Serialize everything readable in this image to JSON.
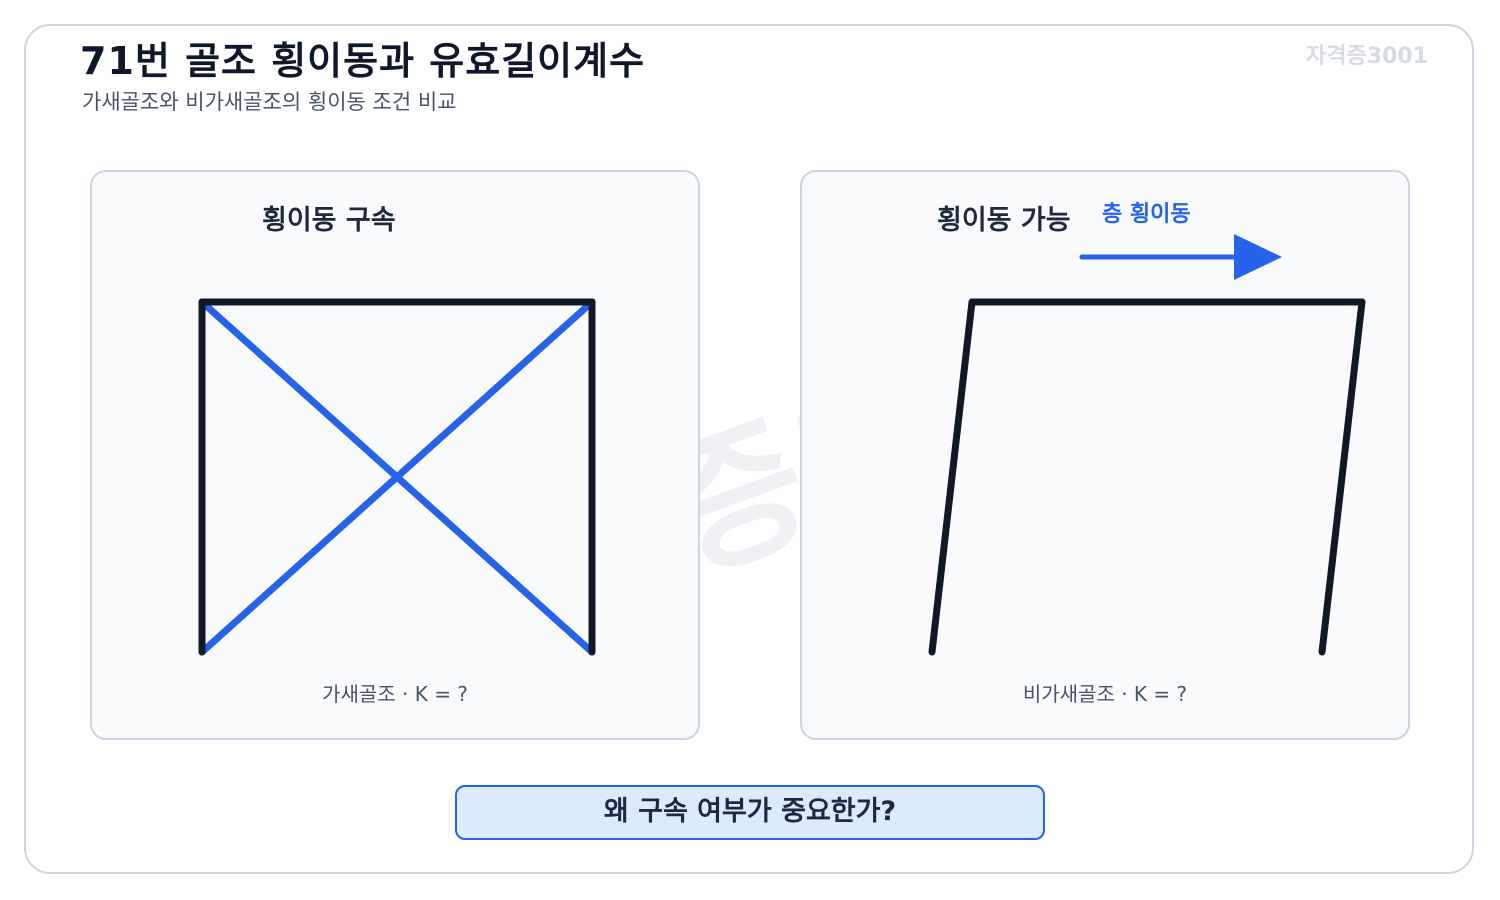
{
  "header": {
    "title": "71번 골조 횡이동과 유효길이계수",
    "subtitle": "가새골조와 비가새골조의 횡이동 조건 비교",
    "brand": "자격증3001"
  },
  "watermark": "증3",
  "panels": {
    "braced": {
      "heading": "횡이동 구속",
      "caption": "가새골조 · K = ?"
    },
    "unbraced": {
      "heading": "횡이동 가능",
      "sway_label": "층 횡이동",
      "caption": "비가새골조 · K = ?"
    }
  },
  "question": {
    "label": "왜 구속 여부가 중요한가?"
  },
  "colors": {
    "frame_member": "#111827",
    "brace": "#2563eb",
    "arrow": "#2563eb",
    "panel_bg": "#f8fafc",
    "border": "#cbd5e1",
    "question_bg": "#dbeafe"
  }
}
